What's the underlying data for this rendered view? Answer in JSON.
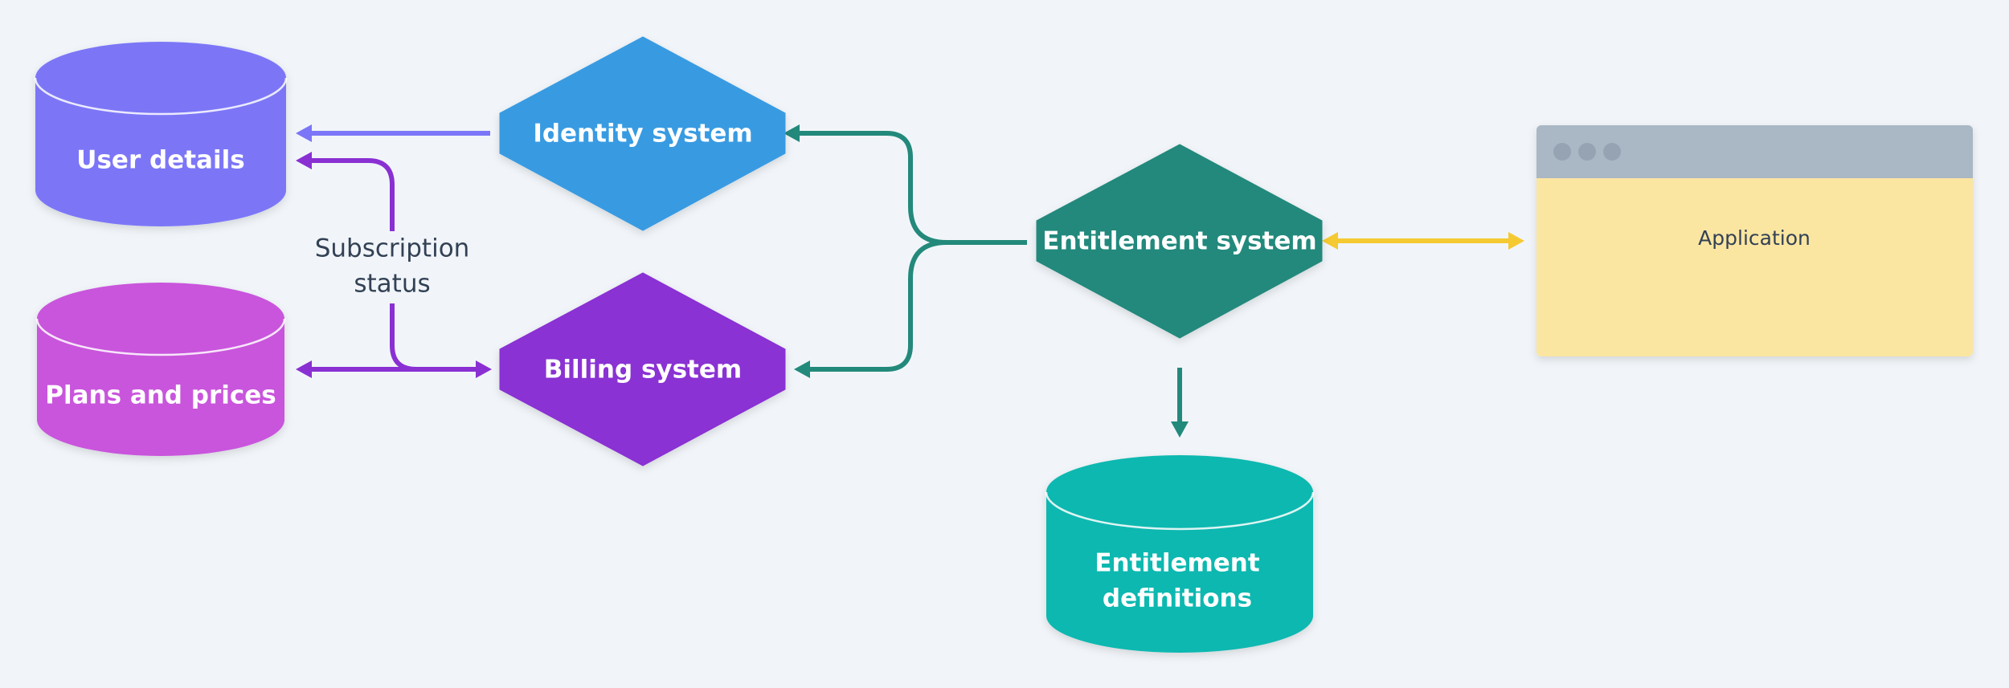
{
  "nodes": {
    "user_details": {
      "label": "User details",
      "color": "#7b76f7"
    },
    "plans_prices": {
      "label": "Plans and prices",
      "color": "#c955dc"
    },
    "identity": {
      "label": "Identity system",
      "color": "#389be2"
    },
    "billing": {
      "label": "Billing system",
      "color": "#8a30d3"
    },
    "entitlement": {
      "label": "Entitlement system",
      "color": "#23897b"
    },
    "definitions": {
      "label_line1": "Entitlement",
      "label_line2": "definitions",
      "color": "#10b8b0"
    },
    "application": {
      "label": "Application",
      "body_color": "#fbe6a1",
      "titlebar_color": "#aab7c4"
    }
  },
  "edges": {
    "subscription_status": {
      "line1": "Subscription",
      "line2": "status",
      "color": "#8a30d3"
    },
    "identity_to_user": {
      "color": "#7b76f7"
    },
    "entitlement_fork": {
      "color": "#23897b"
    },
    "entitlement_app": {
      "color": "#f5c932"
    }
  }
}
